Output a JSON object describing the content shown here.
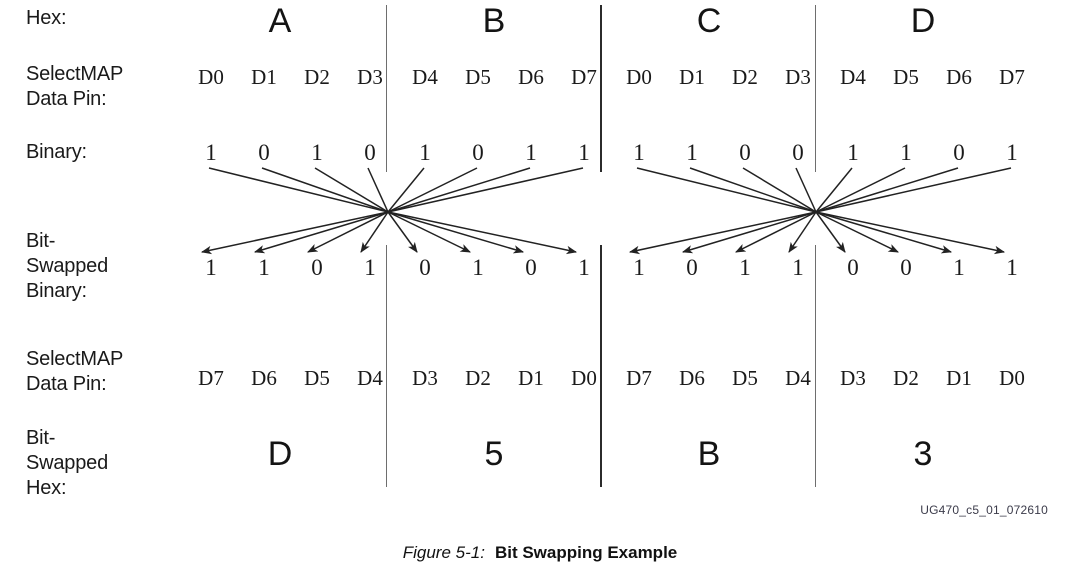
{
  "figure": {
    "id_tag": "UG470_c5_01_072610",
    "caption_number": "Figure 5-1:",
    "caption_title": "Bit Swapping Example"
  },
  "row_labels": {
    "hex": "Hex:",
    "pin_top": "SelectMAP\nData Pin:",
    "binary": "Binary:",
    "swapped_binary": "Bit-\nSwapped\nBinary:",
    "pin_bottom": "SelectMAP\nData Pin:",
    "swapped_hex": "Bit-\nSwapped\nHex:"
  },
  "rows": {
    "hex": [
      "A",
      "B",
      "C",
      "D"
    ],
    "pin_top": [
      "D0",
      "D1",
      "D2",
      "D3",
      "D4",
      "D5",
      "D6",
      "D7",
      "D0",
      "D1",
      "D2",
      "D3",
      "D4",
      "D5",
      "D6",
      "D7"
    ],
    "binary": [
      "1",
      "0",
      "1",
      "0",
      "1",
      "0",
      "1",
      "1",
      "1",
      "1",
      "0",
      "0",
      "1",
      "1",
      "0",
      "1"
    ],
    "swapped_binary": [
      "1",
      "1",
      "0",
      "1",
      "0",
      "1",
      "0",
      "1",
      "1",
      "0",
      "1",
      "1",
      "0",
      "0",
      "1",
      "1"
    ],
    "pin_bottom": [
      "D7",
      "D6",
      "D5",
      "D4",
      "D3",
      "D2",
      "D1",
      "D0",
      "D7",
      "D6",
      "D5",
      "D4",
      "D3",
      "D2",
      "D1",
      "D0"
    ],
    "swapped_hex": [
      "D",
      "5",
      "B",
      "3"
    ]
  },
  "colors": {
    "text": "#1a1a1a",
    "divider": "#6e6e6e",
    "divider_center": "#2b2b2b",
    "line": "#222222",
    "background": "#ffffff"
  }
}
